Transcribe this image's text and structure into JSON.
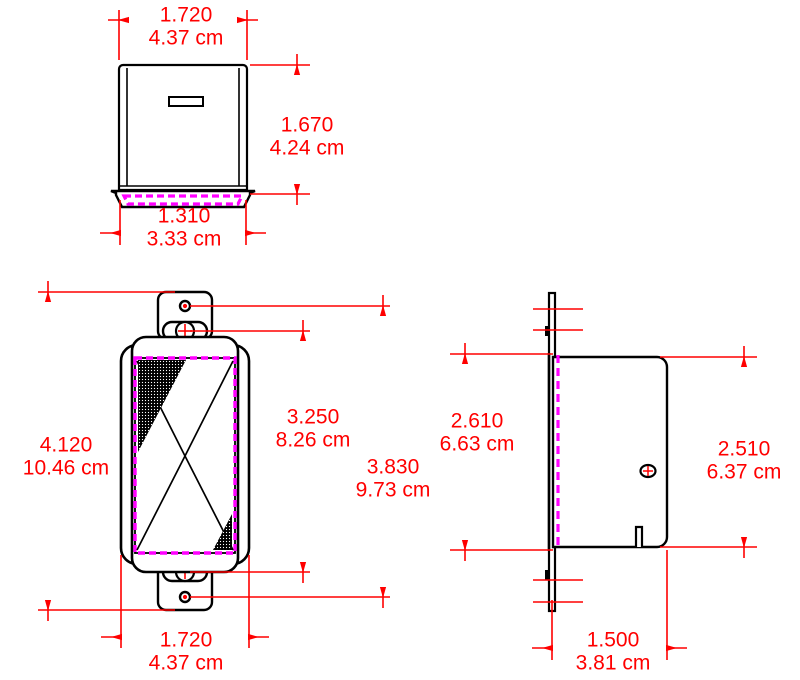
{
  "drawing": {
    "title": "Electrical device mechanical drawing",
    "background_color": "#ffffff",
    "line_color": "#000000",
    "dimension_color": "#ff0000",
    "hidden_edge_color": "#ff00ff",
    "units_primary": "inch",
    "units_secondary": "cm"
  },
  "views": {
    "top": {
      "name": "top-view"
    },
    "front": {
      "name": "front-view"
    },
    "side": {
      "name": "side-view"
    }
  },
  "dimensions": {
    "top_width": {
      "value": "1.720",
      "metric": "4.37 cm"
    },
    "top_height": {
      "value": "1.670",
      "metric": "4.24 cm"
    },
    "top_flange_width": {
      "value": "1.310",
      "metric": "3.33 cm"
    },
    "front_overall_height": {
      "value": "4.120",
      "metric": "10.46 cm"
    },
    "front_opening_height": {
      "value": "3.250",
      "metric": "8.26 cm"
    },
    "front_mount_height": {
      "value": "3.830",
      "metric": "9.73 cm"
    },
    "front_width": {
      "value": "1.720",
      "metric": "4.37 cm"
    },
    "side_plate_height": {
      "value": "2.610",
      "metric": "6.63 cm"
    },
    "side_body_height": {
      "value": "2.510",
      "metric": "6.37 cm"
    },
    "side_depth": {
      "value": "1.500",
      "metric": "3.81 cm"
    }
  }
}
